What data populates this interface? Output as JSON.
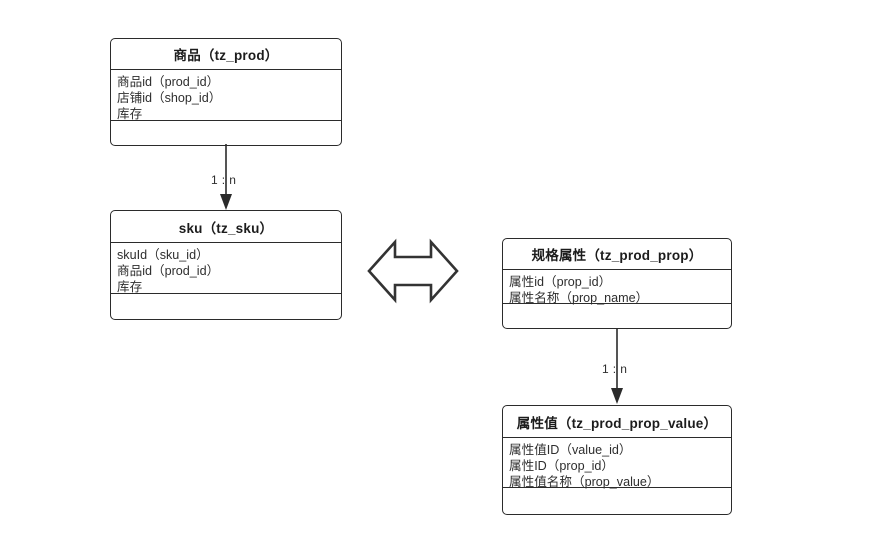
{
  "diagram": {
    "title": "商品 SKU 规格属性 ER 关系图",
    "background_color": "#ffffff",
    "line_color": "#2b2b2b",
    "text_color": "#2e2e2e"
  },
  "entities": [
    {
      "id": "tz_prod",
      "header": "商品（tz_prod）",
      "attributes": [
        "商品id（prod_id）",
        "店铺id（shop_id）",
        "库存"
      ]
    },
    {
      "id": "tz_sku",
      "header": "sku（tz_sku）",
      "attributes": [
        "skuId（sku_id）",
        "商品id（prod_id）",
        "库存"
      ]
    },
    {
      "id": "tz_prod_prop",
      "header": "规格属性（tz_prod_prop）",
      "attributes": [
        "属性id（prop_id）",
        "属性名称（prop_name）"
      ]
    },
    {
      "id": "tz_prod_prop_value",
      "header": "属性值（tz_prod_prop_value）",
      "attributes": [
        "属性值ID（value_id）",
        "属性ID（prop_id）",
        "属性值名称（prop_value）"
      ]
    }
  ],
  "connectors": [
    {
      "id": "prod-to-sku",
      "from": "tz_prod",
      "to": "tz_sku",
      "label": "1 : n",
      "arrow": "single-down"
    },
    {
      "id": "prop-to-prop-value",
      "from": "tz_prod_prop",
      "to": "tz_prod_prop_value",
      "label": "1 : n",
      "arrow": "single-down"
    },
    {
      "id": "sku-to-prop",
      "from": "tz_sku",
      "to": "tz_prod_prop",
      "label": "",
      "arrow": "double-headed"
    }
  ]
}
